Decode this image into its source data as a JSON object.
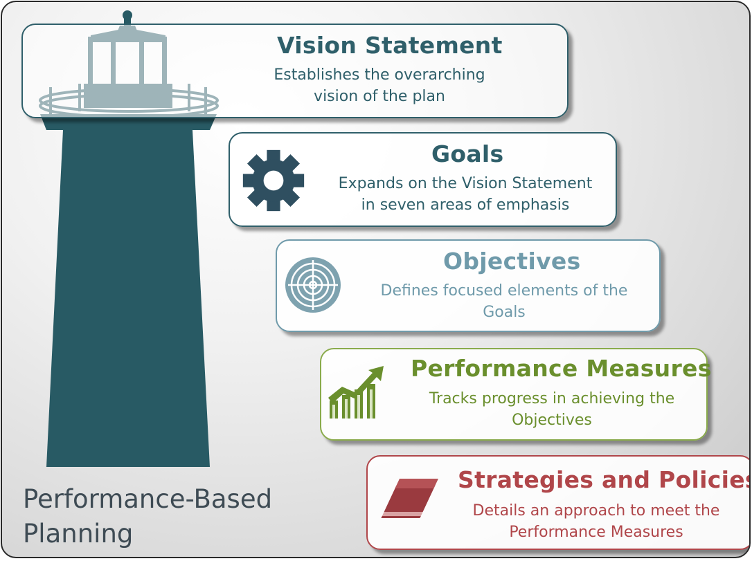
{
  "footer": {
    "line1": "Performance-Based",
    "line2": "Planning"
  },
  "cards": [
    {
      "title": "Vision Statement",
      "desc1": "Establishes the overarching",
      "desc2": "vision of the plan",
      "color": "#2f5f6a",
      "icon": "lighthouse-lantern"
    },
    {
      "title": "Goals",
      "desc1": "Expands on the Vision Statement",
      "desc2": "in seven areas of emphasis",
      "color": "#2f5f6a",
      "icon": "gear-icon"
    },
    {
      "title": "Objectives",
      "desc1": "Defines focused elements of the",
      "desc2": "Goals",
      "color": "#6f9aaa",
      "icon": "target-icon"
    },
    {
      "title": "Performance Measures",
      "desc1": "Tracks progress in achieving the",
      "desc2": "Objectives",
      "color": "#6a8f2d",
      "icon": "growth-chart-icon"
    },
    {
      "title": "Strategies and Policies",
      "desc1": "Details an approach to meet the",
      "desc2": "Performance Measures",
      "color": "#b0464a",
      "icon": "book-icon"
    }
  ]
}
